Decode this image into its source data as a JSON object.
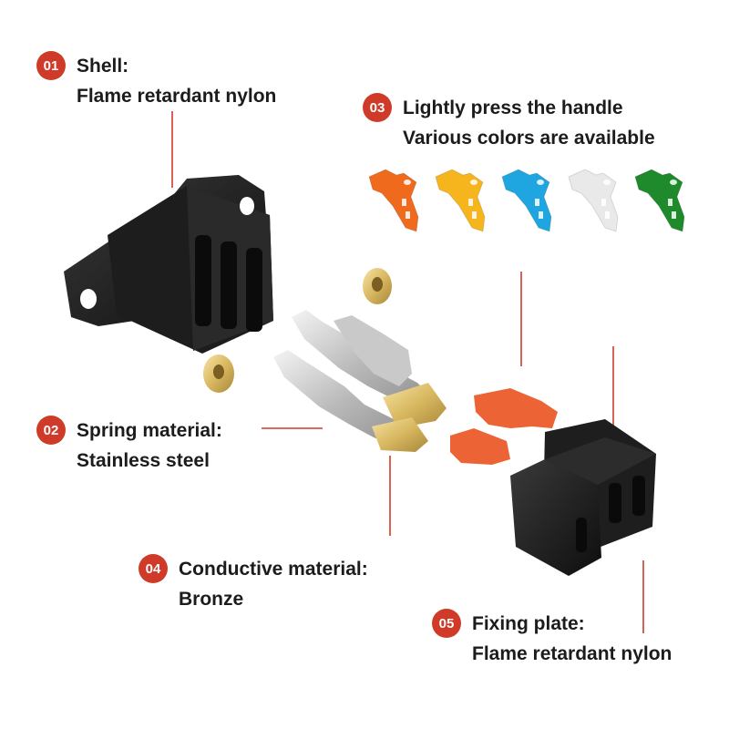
{
  "accent_color": "#cf3b28",
  "callouts": [
    {
      "number": "01",
      "line1": "Shell:",
      "line2": "Flame retardant nylon"
    },
    {
      "number": "02",
      "line1": "Spring material:",
      "line2": "Stainless steel"
    },
    {
      "number": "03",
      "line1": "Lightly press the handle",
      "line2": "Various colors are available"
    },
    {
      "number": "04",
      "line1": "Conductive material:",
      "line2": "Bronze"
    },
    {
      "number": "05",
      "line1": "Fixing plate:",
      "line2": "Flame retardant nylon"
    }
  ],
  "handle_colors": [
    "#f06a1e",
    "#f6b51c",
    "#1fa6e0",
    "#e9e9e9",
    "#1f8a2c"
  ]
}
